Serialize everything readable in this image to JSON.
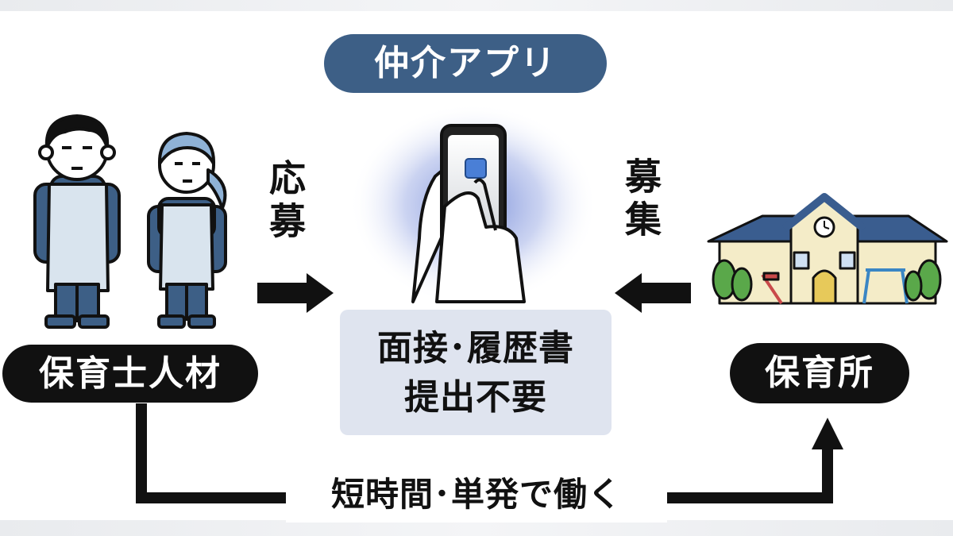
{
  "app_label": "仲介アプリ",
  "left_label": "保育士人材",
  "right_label": "保育所",
  "left_arrow_text": "応募",
  "right_arrow_text": "募集",
  "info_box": {
    "line1": "面接･履歴書",
    "line2": "提出不要"
  },
  "bottom_text": "短時間･単発で働く",
  "colors": {
    "navy": "#3d5f86",
    "black": "#111111",
    "info_bg": "#dfe4ef",
    "roof": "#3a5d8f",
    "building_wall": "#f4ecc8",
    "apron": "#d9e4ee",
    "tree_green": "#5aa84a"
  }
}
